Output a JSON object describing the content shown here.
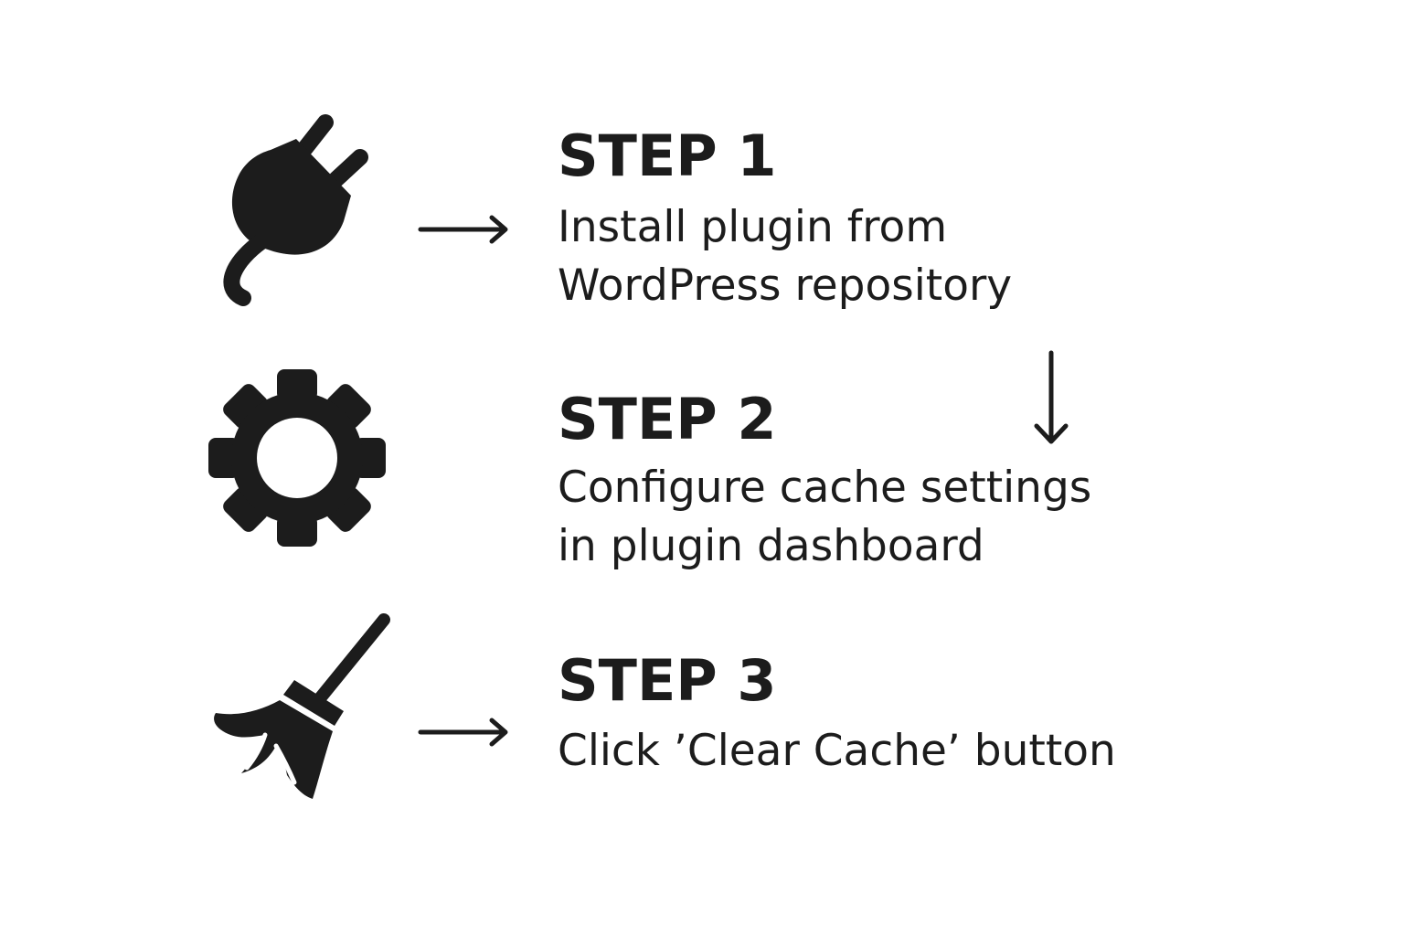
{
  "steps": [
    {
      "title": "STEP 1",
      "lines": [
        "Install plugin from",
        "WordPress repository"
      ],
      "icon": "plug-icon"
    },
    {
      "title": "STEP 2",
      "lines": [
        "Configure cache settings",
        "in plugin dashboard"
      ],
      "icon": "gear-icon"
    },
    {
      "title": "STEP 3",
      "lines": [
        "Click ’Clear Cache’ button"
      ],
      "icon": "broom-icon"
    }
  ],
  "colors": {
    "background": "#ffffff",
    "ink": "#1c1c1c"
  }
}
